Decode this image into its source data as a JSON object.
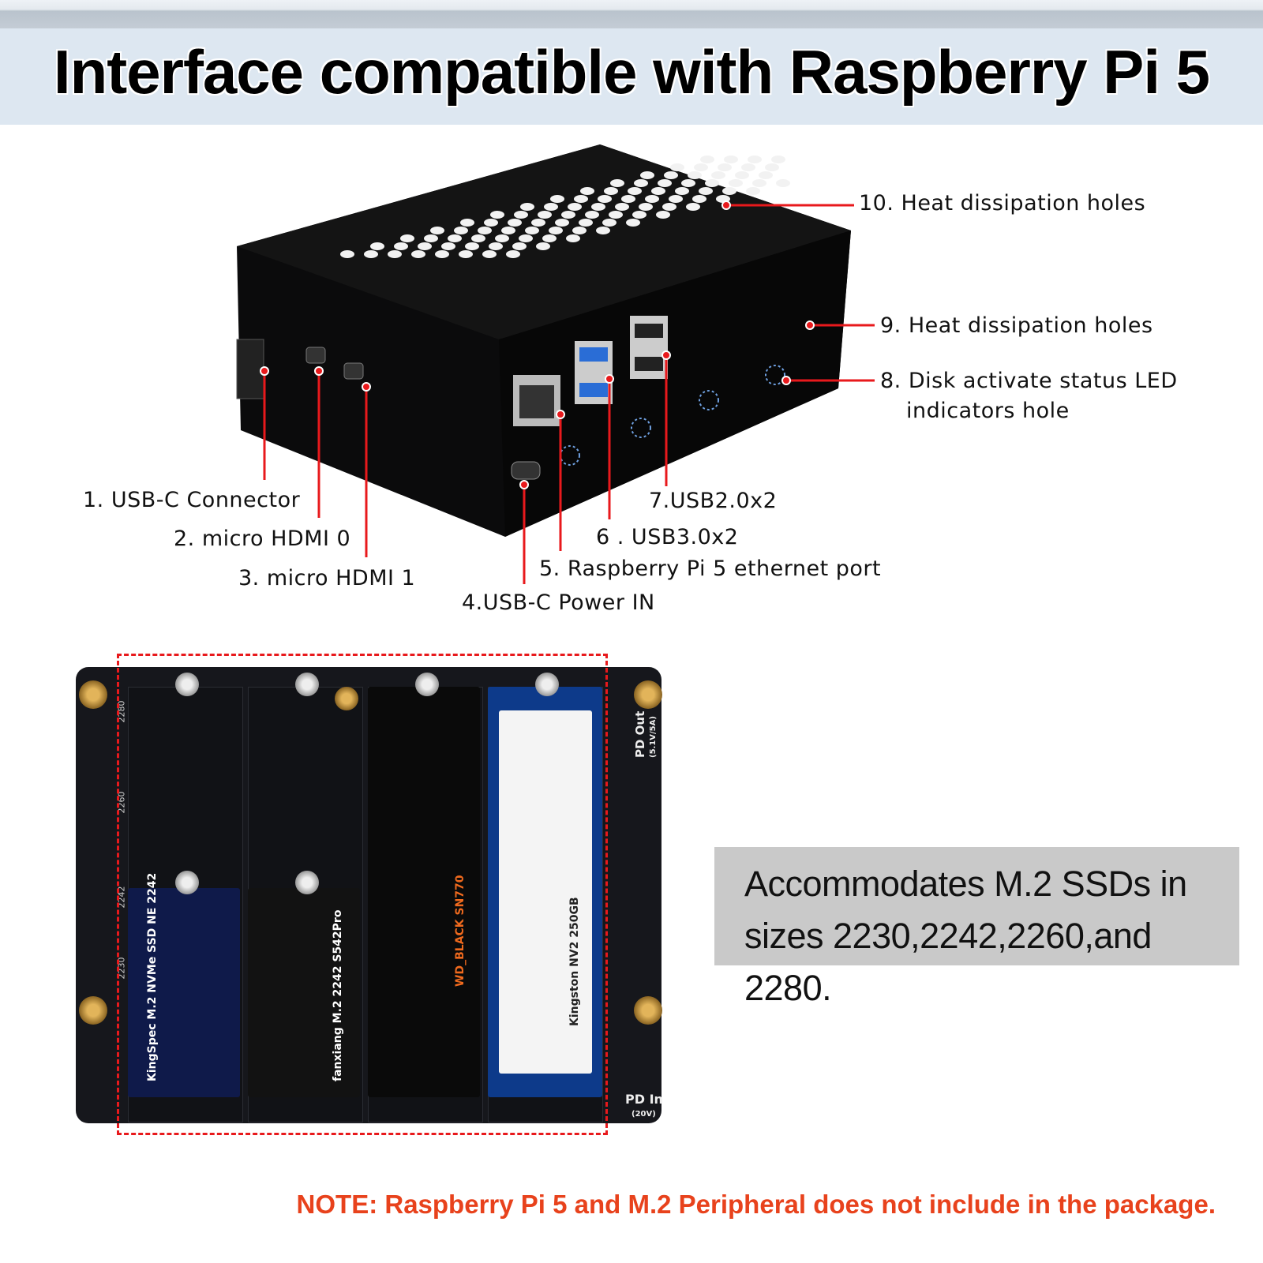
{
  "title": "Interface compatible with Raspberry Pi 5",
  "callouts": [
    "1. USB-C Connector",
    "2. micro HDMI 0",
    "3. micro HDMI 1",
    "4.USB-C Power IN",
    "5. Raspberry Pi 5 ethernet port",
    "6 . USB3.0x2",
    "7.USB2.0x2",
    "8. Disk activate status LED",
    "indicators hole",
    "9. Heat dissipation  holes",
    "10. Heat dissipation  holes"
  ],
  "board": {
    "pd_out": "PD Out",
    "pd_out_spec": "(5.1V/5A)",
    "pd_in": "PD In",
    "pd_in_spec": "(20V)",
    "size_marks": [
      "2280",
      "2260",
      "2242",
      "2230"
    ],
    "ssd_labels": [
      "KingSpec  M.2 NVMe SSD NE 2242",
      "fanxiang  M.2 2242 S542Pro",
      "WD_BLACK SN770",
      "Kingston NV2  250GB"
    ]
  },
  "info_box": {
    "line1": "Accommodates M.2 SSDs in",
    "line2": "sizes 2230,2242,2260,and 2280."
  },
  "note": "NOTE: Raspberry Pi 5 and M.2 Peripheral does not include in the package.",
  "colors": {
    "accent": "#e8191c",
    "note": "#e8421c",
    "header_bg": "#dde7f1",
    "box_bg": "#c9c9c9"
  }
}
